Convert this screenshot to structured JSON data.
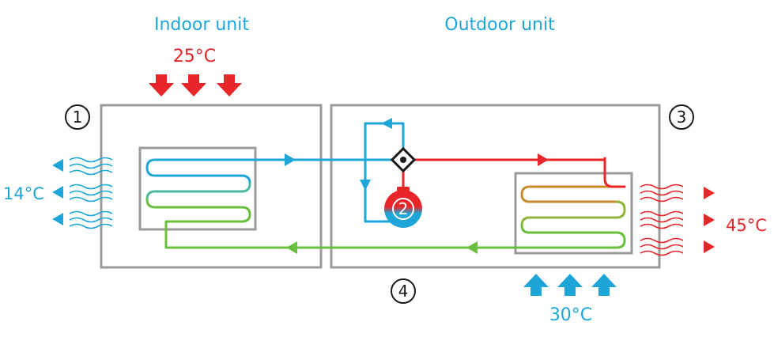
{
  "colors": {
    "blue": "#1ea6d8",
    "red": "#e8262a",
    "green": "#6abf3f",
    "orange": "#c98a2a",
    "box": "#9a9a9a",
    "dark": "#1a1a1a"
  },
  "labels": {
    "indoor_unit": "Indoor unit",
    "outdoor_unit": "Outdoor unit",
    "indoor_air_in_temp": "25°C",
    "indoor_air_out_temp": "14°C",
    "outdoor_air_out_temp": "45°C",
    "outdoor_air_in_temp": "30°C"
  },
  "markers": {
    "m1": "1",
    "m2": "2",
    "m3": "3",
    "m4": "4"
  }
}
